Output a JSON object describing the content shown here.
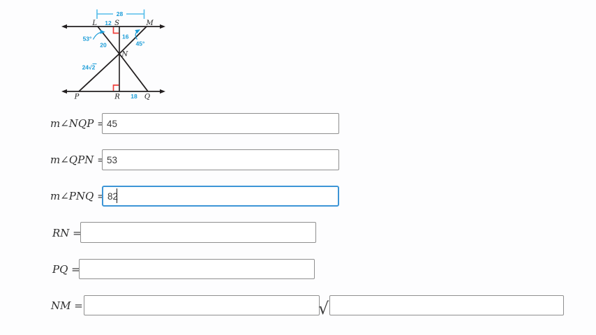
{
  "diagram": {
    "point_labels": {
      "L": "L",
      "S": "S",
      "M": "M",
      "N": "N",
      "P": "P",
      "R": "R",
      "Q": "Q"
    },
    "measurements": {
      "bracket_lm": "28",
      "ls": "12",
      "sn": "16",
      "ln": "20",
      "pn": "24√2",
      "rq": "18",
      "angle_at_l": "53°",
      "angle_at_m": "45°"
    },
    "colors": {
      "number_blue": "#1a9cd8",
      "bracket_blue": "#56bdea",
      "marker_red": "#ee3f3b",
      "line_black": "#231f20"
    }
  },
  "form": {
    "rows": [
      {
        "id": "m-angle-nqp",
        "label": "m∠NQP =",
        "value": "45",
        "focused": false
      },
      {
        "id": "m-angle-qpn",
        "label": "m∠QPN =",
        "value": "53",
        "focused": false
      },
      {
        "id": "m-angle-pnq",
        "label": "m∠PNQ =",
        "value": "82",
        "focused": true
      },
      {
        "id": "rn",
        "label": "RN =",
        "value": "",
        "focused": false
      },
      {
        "id": "pq",
        "label": "PQ =",
        "value": "",
        "focused": false
      },
      {
        "id": "nm",
        "label": "NM =",
        "value": "",
        "value2": "",
        "focused": false
      }
    ],
    "radical_symbol": "√"
  }
}
